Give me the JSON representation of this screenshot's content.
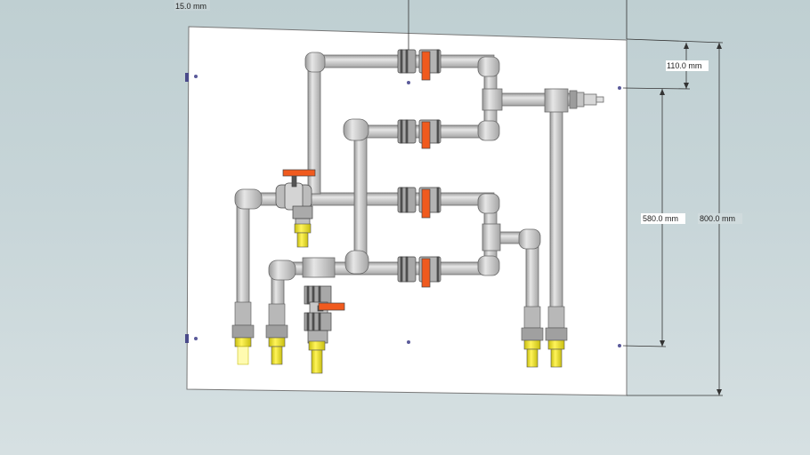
{
  "dimensions": {
    "top_offset": "15.0 mm",
    "top_gap": "110.0 mm",
    "hole_spacing": "580.0 mm",
    "board_height": "800.0 mm"
  },
  "colors": {
    "background": "#c7d5d8",
    "board": "#ffffff",
    "pipe": "#c8c8c8",
    "pipe_edge": "#6a6a6a",
    "valve_handle": "#f05a1e",
    "hose_barb": "#f2e81e",
    "dimension_line": "#333333",
    "mount_hole": "#5a5a9a"
  },
  "components": {
    "union_valves": 4,
    "ball_valves": 2,
    "hose_outlets": 6
  }
}
